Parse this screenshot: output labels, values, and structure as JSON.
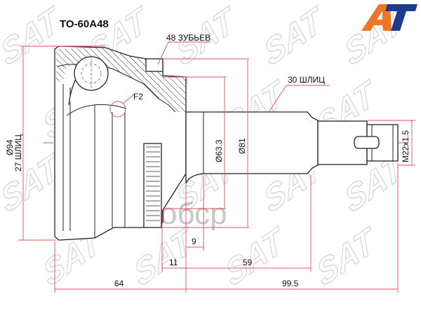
{
  "title": "TO-60A48",
  "logo": {
    "text": "AT",
    "colors": {
      "A": "#ee7623",
      "T": "#1f3b8f"
    }
  },
  "watermark": {
    "logo_text": "SAT",
    "text": "обср"
  },
  "labels": {
    "teeth": "48 ЗУБЬЕВ",
    "splines_shaft": "30 ШЛИЦ",
    "f2": "F2",
    "diameter_outer": "Ø94",
    "splines_inner": "27 ШЛИЦ",
    "diameter_63": "Ø63.3",
    "diameter_81": "Ø81",
    "thread": "M22x1.5"
  },
  "dimensions": {
    "d9": "9",
    "d11": "11",
    "d59": "59",
    "d64": "64",
    "d99_5": "99.5"
  },
  "colors": {
    "dimension_lines": "#e0505a",
    "part_outline": "#222222",
    "watermark": "#d2d2d2"
  }
}
